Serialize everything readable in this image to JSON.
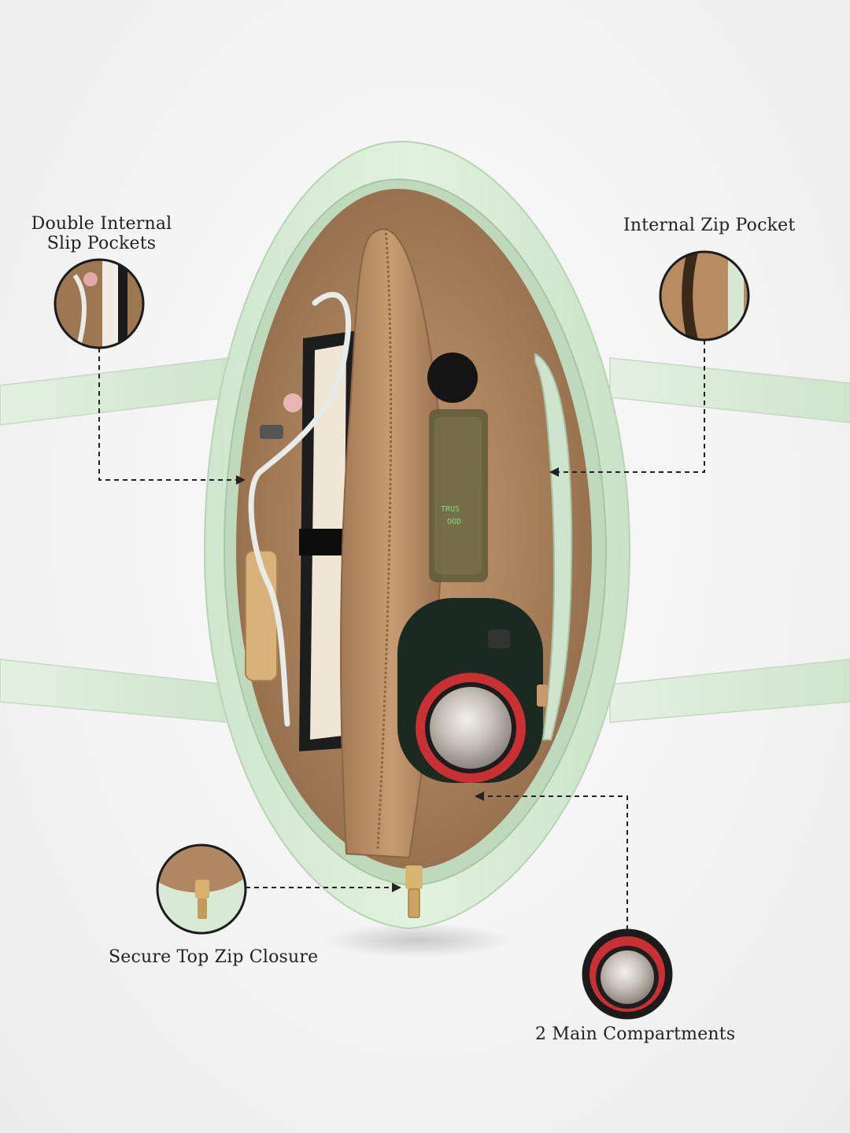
{
  "callouts": {
    "slip_pockets": {
      "line1": "Double Internal",
      "line2": "Slip Pockets"
    },
    "zip_pocket": {
      "label": "Internal Zip Pocket"
    },
    "top_zip": {
      "label": "Secure Top Zip Closure"
    },
    "compartments": {
      "label": "2 Main Compartments"
    }
  },
  "bottle_print": {
    "line1": "TRUS",
    "line2": "OOD"
  },
  "colors": {
    "bag_exterior": "#d8ecd6",
    "lining": "#b98e65",
    "background": "#f3f3f3",
    "callout_line": "#222222"
  }
}
